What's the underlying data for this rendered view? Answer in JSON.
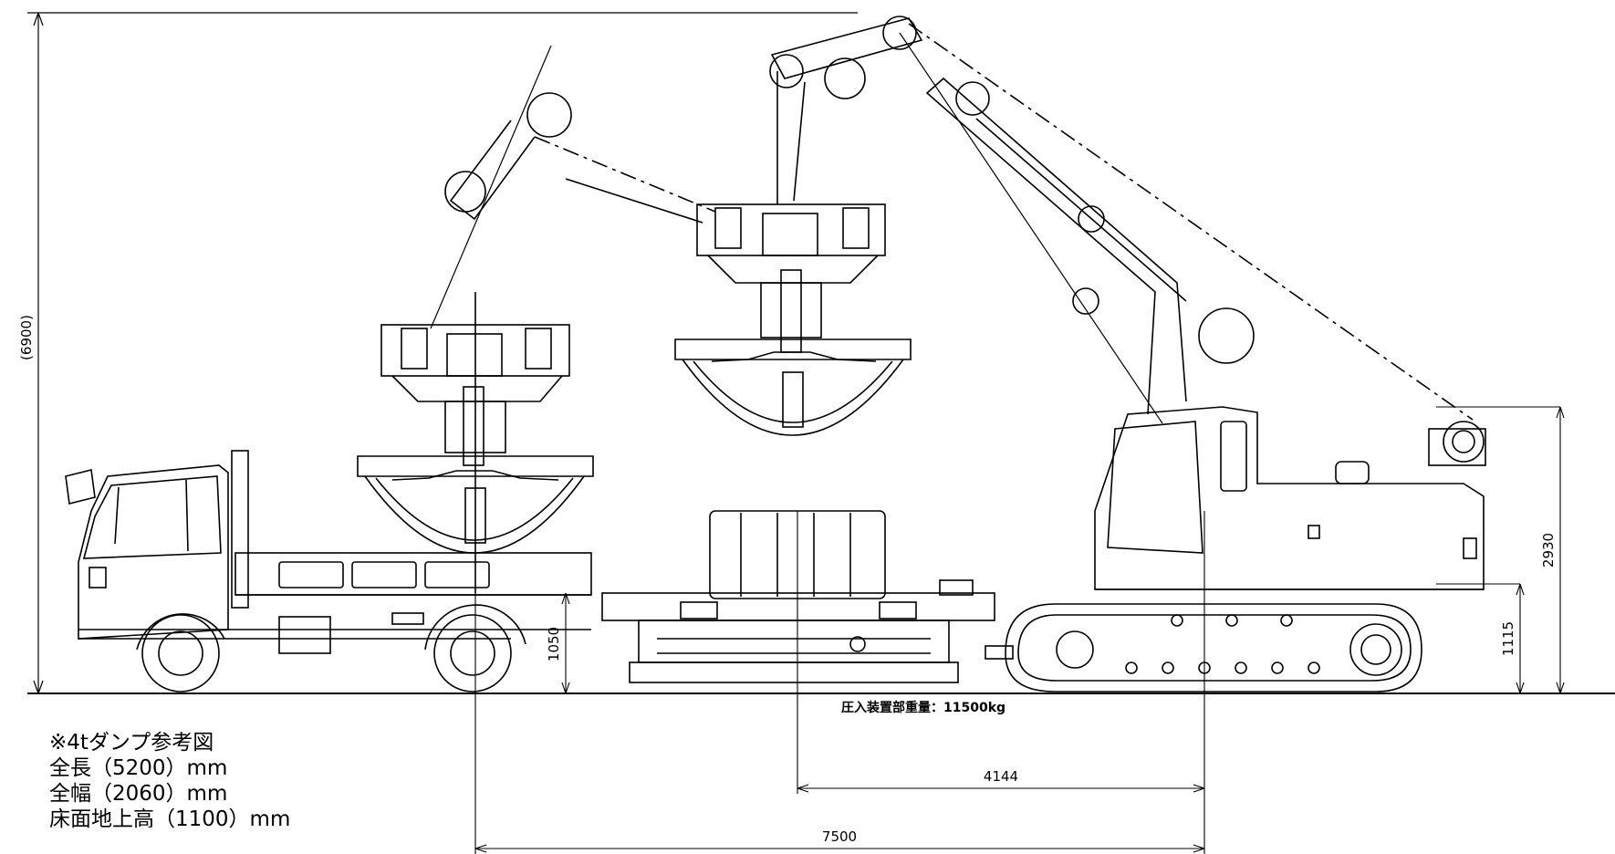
{
  "dimensions": {
    "total_height": "(6900)",
    "cab_height": "2930",
    "track_height": "1115",
    "truck_bed_height": "1050",
    "reach_inner": "4144",
    "reach_outer": "7500"
  },
  "caption": {
    "weight": "圧入装置部重量：11500kg"
  },
  "notes": {
    "title": "※4tダンプ参考図",
    "length": "全長（5200）mm",
    "width": "全幅（2060）mm",
    "bed_height": "床面地上高（1100）mm"
  },
  "colors": {
    "line": "#000000",
    "background": "#ffffff"
  }
}
